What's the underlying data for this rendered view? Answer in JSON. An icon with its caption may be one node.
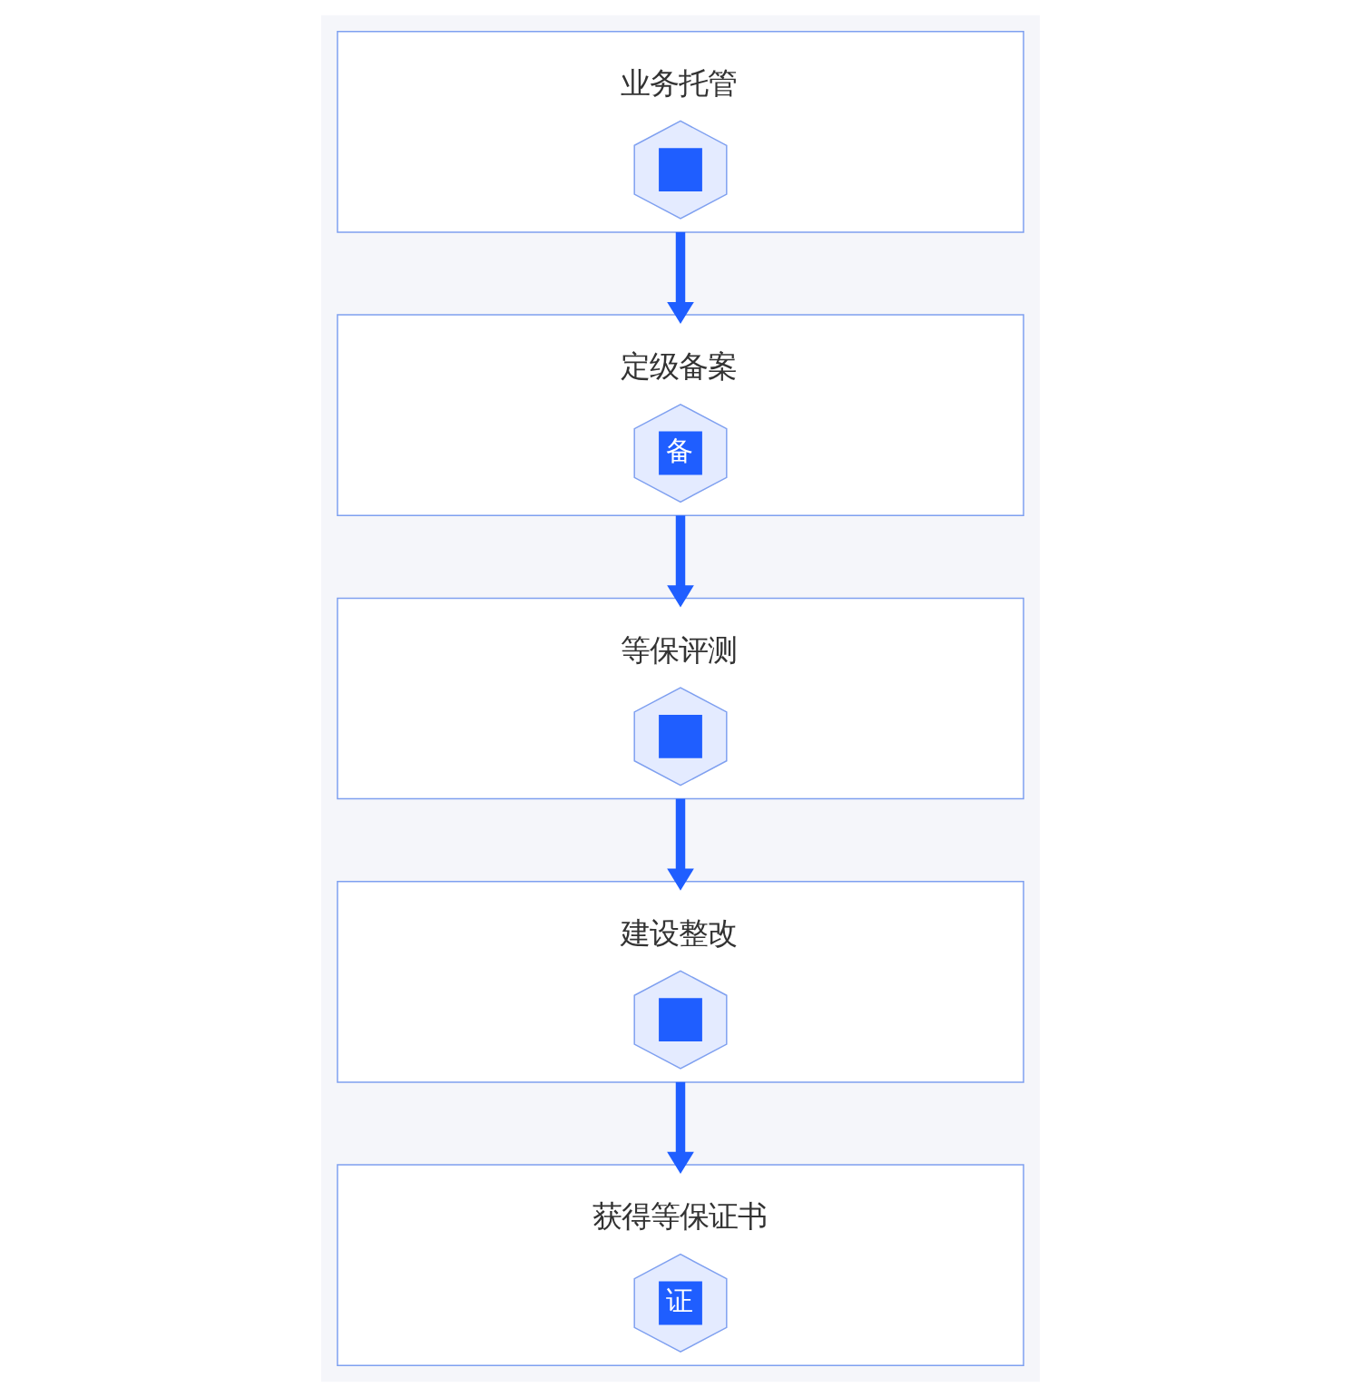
{
  "diagram": {
    "nodes": [
      {
        "text": [
          "业务托管"
        ]
      },
      {
        "text": [],
        "shape": "hexagon",
        "in": 0
      },
      {
        "text": [
          "定级备案"
        ]
      },
      {
        "text": [
          "备"
        ],
        "in": 2
      },
      {
        "text": [
          "等保评测"
        ]
      },
      {
        "text": [],
        "shape": "hexagon",
        "in": 4
      },
      {
        "text": [
          "建设整改"
        ]
      },
      {
        "text": [],
        "shape": "hexagon",
        "in": 6
      },
      {
        "text": [
          "获得等保证书"
        ]
      },
      {
        "text": [
          "证"
        ],
        "in": 8
      }
    ],
    "edges": [
      {
        "from": 0,
        "to": 2,
        "arrow": "to"
      },
      {
        "from": 2,
        "to": 4,
        "arrow": "to"
      },
      {
        "from": 4,
        "to": 6,
        "arrow": "to"
      },
      {
        "from": 6,
        "to": 8,
        "arrow": "to"
      }
    ]
  }
}
